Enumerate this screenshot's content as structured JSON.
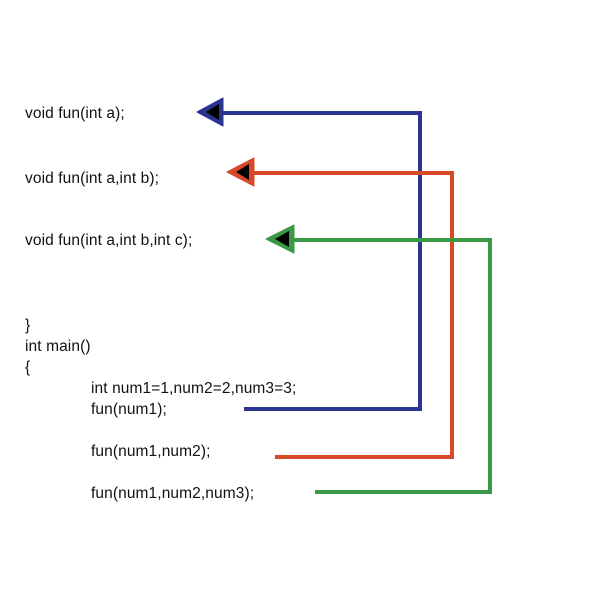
{
  "declarations": [
    "void fun(int a);",
    "void fun(int a,int b);",
    "void fun(int a,int b,int c);"
  ],
  "main_block": {
    "closing_brace": "}",
    "signature": "int main()",
    "opening_brace": "{",
    "variables": "int num1=1,num2=2,num3=3;"
  },
  "calls": [
    "fun(num1);",
    "fun(num1,num2);",
    "fun(num1,num2,num3);"
  ],
  "colors": {
    "call_1": "#2b3490",
    "call_2": "#d8492a",
    "call_3": "#3a9846",
    "arrow_inner": "#000000"
  }
}
